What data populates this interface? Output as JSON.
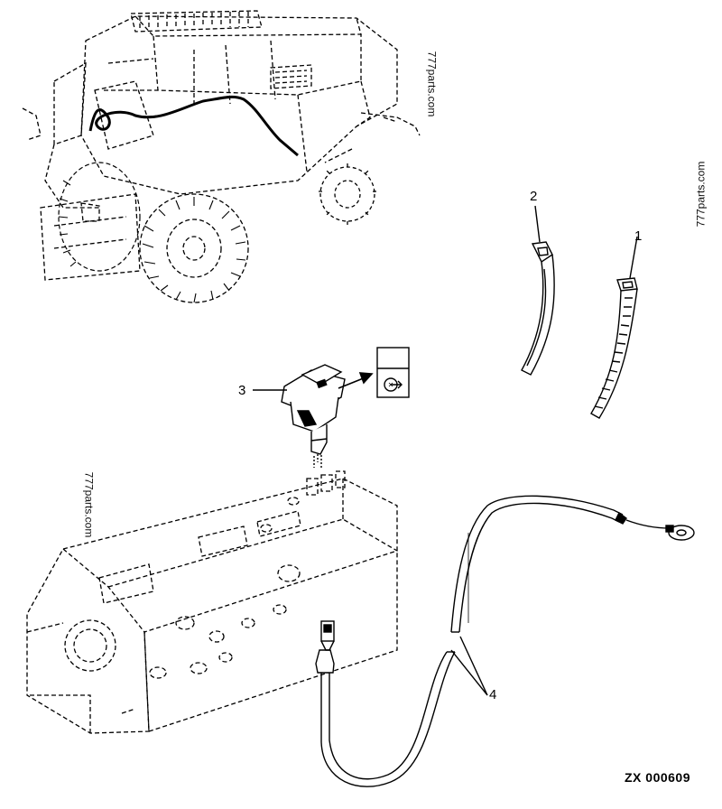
{
  "callouts": {
    "c1": "1",
    "c2": "2",
    "c3": "3",
    "c4": "4"
  },
  "watermarks": {
    "w1": "777parts.com",
    "w2": "777parts.com",
    "w3": "777parts.com"
  },
  "figure_id": "ZX 000609",
  "colors": {
    "line": "#000000",
    "background": "#ffffff"
  }
}
